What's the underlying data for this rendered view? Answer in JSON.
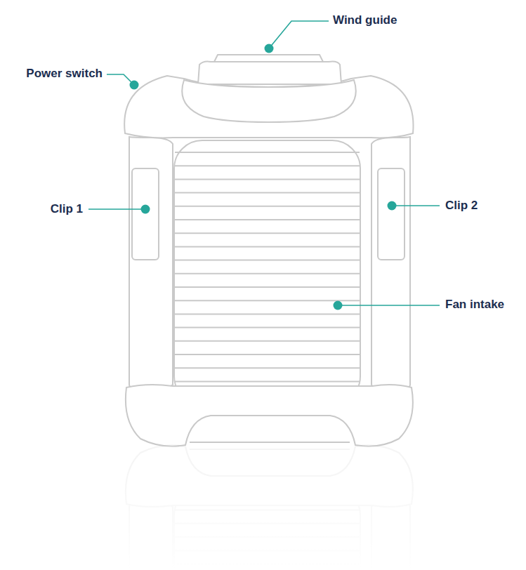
{
  "diagram": {
    "labels": [
      "Wind guide",
      "Power switch",
      "Clip 1",
      "Clip 2",
      "Fan intake"
    ]
  }
}
